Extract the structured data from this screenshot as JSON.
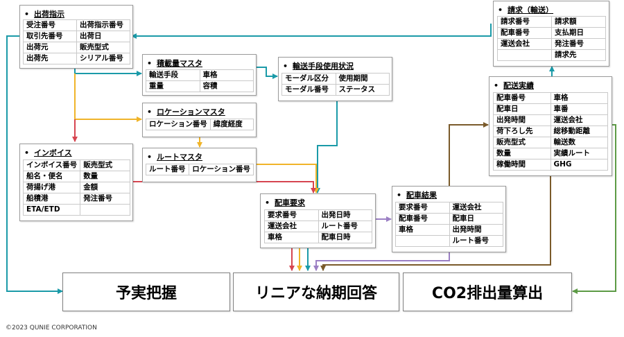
{
  "colors": {
    "teal": "#1a9aa8",
    "orange": "#f0b429",
    "red": "#d64550",
    "purple": "#9b7fc4",
    "brown": "#7a5a2a",
    "green": "#5c9a45"
  },
  "tables": {
    "shukka": {
      "title": "出荷指示",
      "rows": [
        [
          "受注番号",
          "出荷指示番号"
        ],
        [
          "取引先番号",
          "出荷日"
        ],
        [
          "出荷元",
          "販売型式"
        ],
        [
          "出荷先",
          "シリアル番号"
        ]
      ]
    },
    "sekisai": {
      "title": "積載量マスタ",
      "rows": [
        [
          "輸送手段",
          "車格"
        ],
        [
          "重量",
          "容積"
        ]
      ]
    },
    "location": {
      "title": "ロケーションマスタ",
      "rows": [
        [
          "ロケーション番号",
          "緯度経度"
        ]
      ]
    },
    "route": {
      "title": "ルートマスタ",
      "rows": [
        [
          "ルート番号",
          "ロケーション番号"
        ]
      ]
    },
    "yuso": {
      "title": "輸送手段使用状況",
      "rows": [
        [
          "モーダル区分",
          "使用期間"
        ],
        [
          "モーダル番号",
          "ステータス"
        ]
      ]
    },
    "invoice": {
      "title": "インボイス",
      "rows": [
        [
          "インボイス番号",
          "販売型式"
        ],
        [
          "船名・便名",
          "数量"
        ],
        [
          "荷揚げ港",
          "金額"
        ],
        [
          "船積港",
          "発注番号"
        ],
        [
          "ETA/ETD",
          ""
        ]
      ]
    },
    "haisha_yokyu": {
      "title": "配車要求",
      "rows": [
        [
          "要求番号",
          "出発日時"
        ],
        [
          "運送会社",
          "ルート番号"
        ],
        [
          "車格",
          "配車日時"
        ]
      ]
    },
    "haisha_kekka": {
      "title": "配車結果",
      "rows": [
        [
          "要求番号",
          "運送会社"
        ],
        [
          "配車番号",
          "配車日"
        ],
        [
          "車格",
          "出発時間"
        ],
        [
          "",
          "ルート番号"
        ]
      ]
    },
    "seikyu": {
      "title": "請求（輸送）",
      "rows": [
        [
          "請求番号",
          "請求額"
        ],
        [
          "配車番号",
          "支払期日"
        ],
        [
          "運送会社",
          "発注番号"
        ],
        [
          "",
          "請求先"
        ]
      ]
    },
    "haiso": {
      "title": "配送実績",
      "rows": [
        [
          "配車番号",
          "車格"
        ],
        [
          "配車日",
          "車番"
        ],
        [
          "出発時間",
          "運送会社"
        ],
        [
          "荷下ろし先",
          "総移動距離"
        ],
        [
          "販売型式",
          "輸送数"
        ],
        [
          "数量",
          "実績ルート"
        ],
        [
          "稼働時間",
          "GHG"
        ]
      ]
    }
  },
  "outputs": {
    "yojitsu": "予実把握",
    "linear": "リニアな納期回答",
    "co2": "CO2排出量算出"
  },
  "copyright": "©2023 QUNIE CORPORATION"
}
